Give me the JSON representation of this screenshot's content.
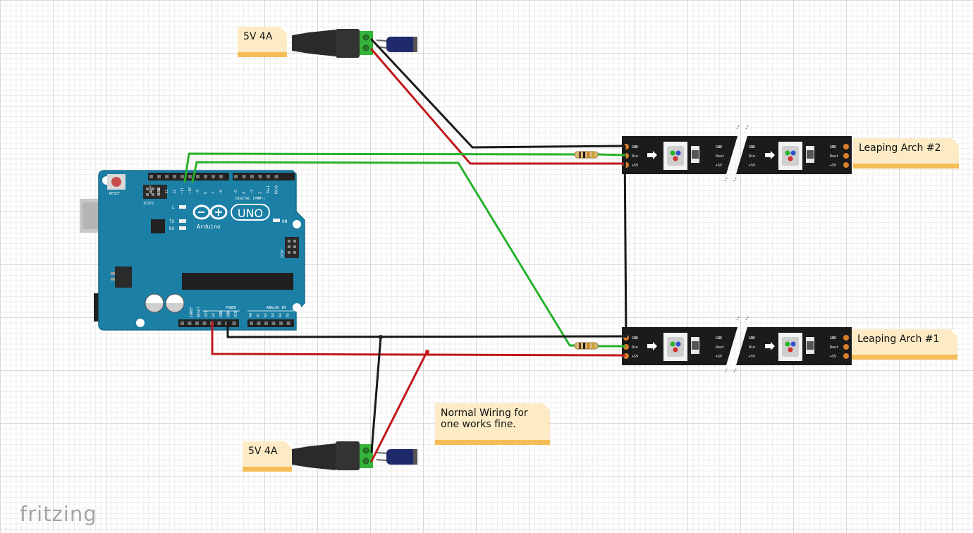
{
  "notes": {
    "supply_top": "5V 4A",
    "supply_bottom": "5V 4A",
    "arch2": "Leaping Arch #2",
    "arch1": "Leaping Arch #1",
    "wiring_comment": "Normal Wiring for one works fine."
  },
  "brand": "fritzing",
  "arduino": {
    "model": "UNO",
    "maker": "Arduino",
    "reset_label": "RESET",
    "icsp2_label": "ICSP2",
    "icsp_label": "ICSP",
    "digital_label": "DIGITAL (PWM~)",
    "power_label": "POWER",
    "analog_label": "ANALOG IN",
    "on_label": "ON",
    "led_labels": [
      "L",
      "TX",
      "RX"
    ],
    "header_pins_top": [
      "AREF",
      "GND",
      "13",
      "12",
      "~11",
      "~10",
      "~9",
      "8",
      "7",
      "~6",
      "~5",
      "4",
      "~3",
      "2",
      "TX▸1",
      "RX◂0"
    ],
    "power_pins": [
      "IOREF",
      "RESET",
      "3V3",
      "5V",
      "GND",
      "GND",
      "VIN"
    ],
    "analog_pins": [
      "A0",
      "A1",
      "A2",
      "A3",
      "A4",
      "A5"
    ]
  },
  "strip": {
    "pin_labels": [
      "GND",
      "Din",
      "+5V"
    ],
    "out_labels": [
      "GND",
      "Dout",
      "+5V"
    ]
  },
  "colors": {
    "wire_black": "#1a1a1a",
    "wire_red": "#c0171b",
    "wire_green": "#27b22c",
    "board": "#1b7fa6",
    "strip": "#1b1b1b",
    "note_fill": "#fdebc5",
    "note_bar": "#f5bd55"
  }
}
